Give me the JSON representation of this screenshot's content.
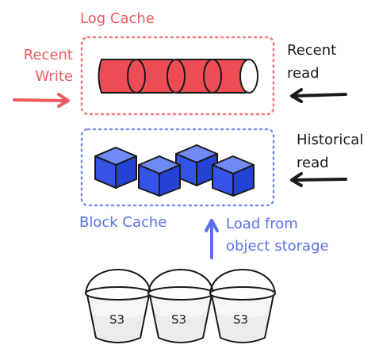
{
  "log_cache": {
    "title": "Log Cache"
  },
  "block_cache": {
    "title": "Block Cache"
  },
  "labels": {
    "recent_write_line1": "Recent",
    "recent_write_line2": "Write",
    "recent_read_line1": "Recent",
    "recent_read_line2": "read",
    "historical_read_line1": "Historical",
    "historical_read_line2": "read",
    "load_line1": "Load from",
    "load_line2": "object storage"
  },
  "buckets": [
    "S3",
    "S3",
    "S3"
  ],
  "colors": {
    "log_red": "#f05a5f",
    "block_blue": "#4263eb",
    "label_blue": "#5b70e8",
    "arrow_black": "#1a1a1a"
  },
  "icons": [
    "log-cylinder-icon",
    "cube-icon",
    "bucket-icon",
    "arrow-right-icon",
    "arrow-left-icon",
    "arrow-up-icon"
  ]
}
